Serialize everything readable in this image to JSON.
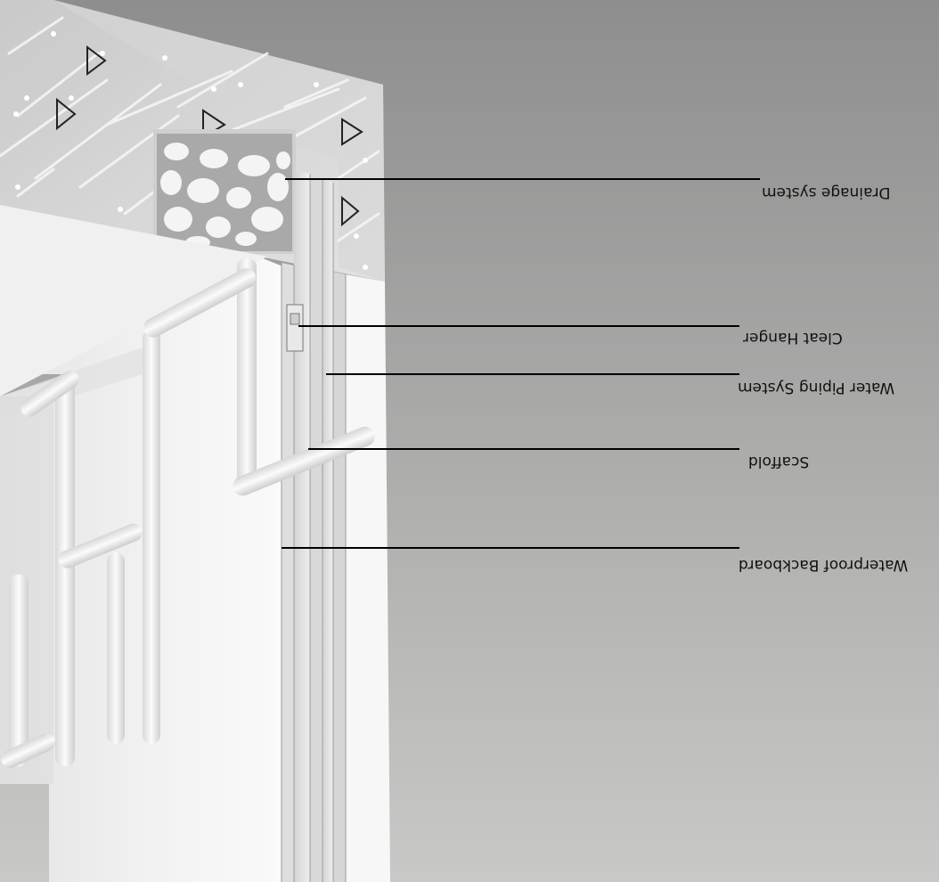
{
  "labels": {
    "drainage": "Drainage system",
    "cleat_hanger": "Cleat Hanger",
    "water_piping": "Water Piping System",
    "scaffold": "Scaffold",
    "backboard": "Waterproof Backboard"
  },
  "colors": {
    "background_top": "#8f8f8f",
    "background_bottom": "#c9c9c9",
    "wall": "#f2f2f2",
    "pipe": "#ececec",
    "leader_line": "#000000"
  }
}
